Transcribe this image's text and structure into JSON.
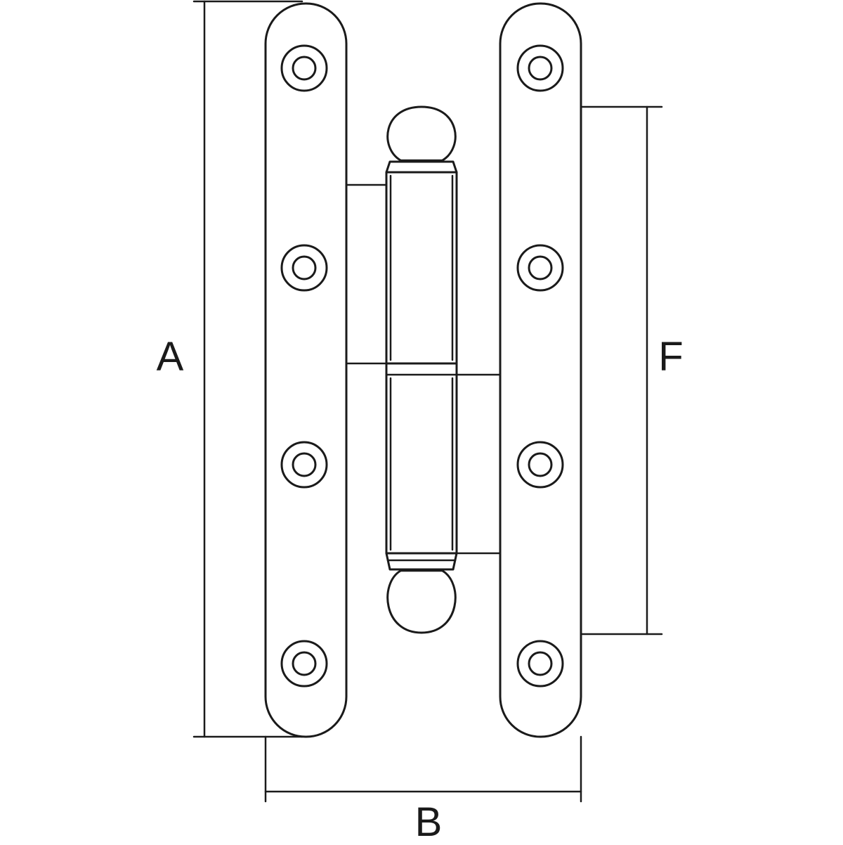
{
  "dimensions": {
    "a_label": "A",
    "b_label": "B",
    "f_label": "F"
  },
  "colors": {
    "line": "#1a1a1a",
    "background": "#ffffff"
  }
}
